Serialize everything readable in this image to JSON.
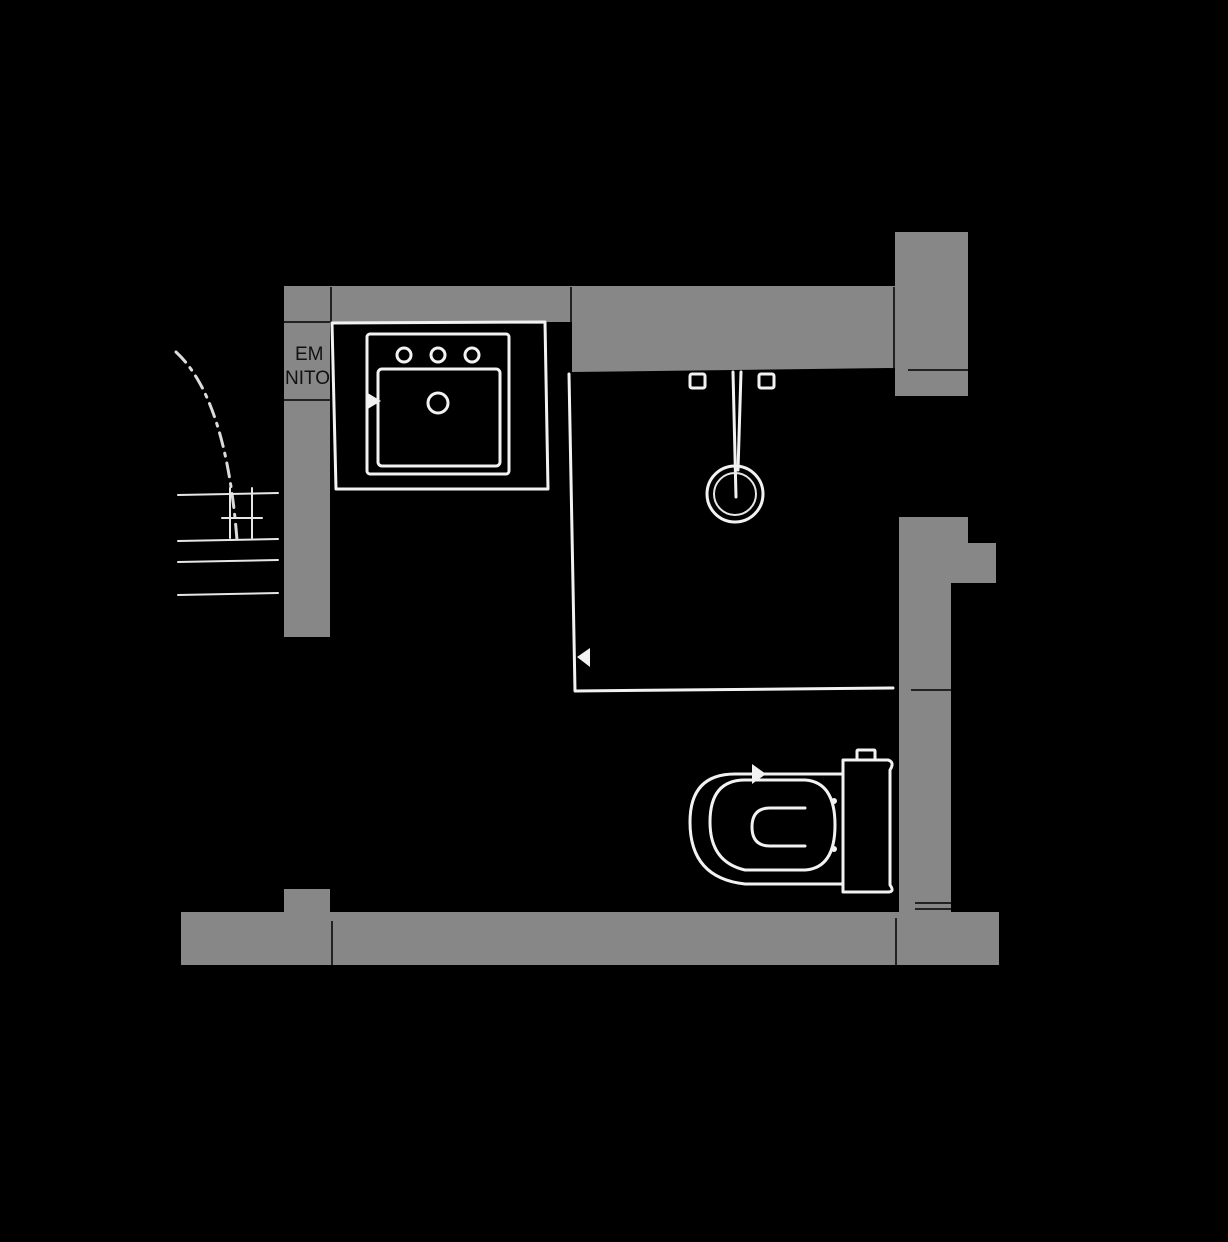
{
  "plan": {
    "labels": {
      "line1": "EM",
      "line2": "NITO"
    },
    "colors": {
      "background": "#000000",
      "wall": "#878787",
      "fixture_line": "#f2f2f2",
      "label_text": "#111111"
    },
    "fixtures": [
      {
        "name": "vanity-sink",
        "icon": "sink-icon"
      },
      {
        "name": "shower",
        "icon": "shower-icon"
      },
      {
        "name": "toilet",
        "icon": "toilet-icon"
      },
      {
        "name": "door-swing",
        "icon": "door-swing-icon"
      },
      {
        "name": "stair-lines",
        "icon": "stairs-icon"
      }
    ]
  }
}
